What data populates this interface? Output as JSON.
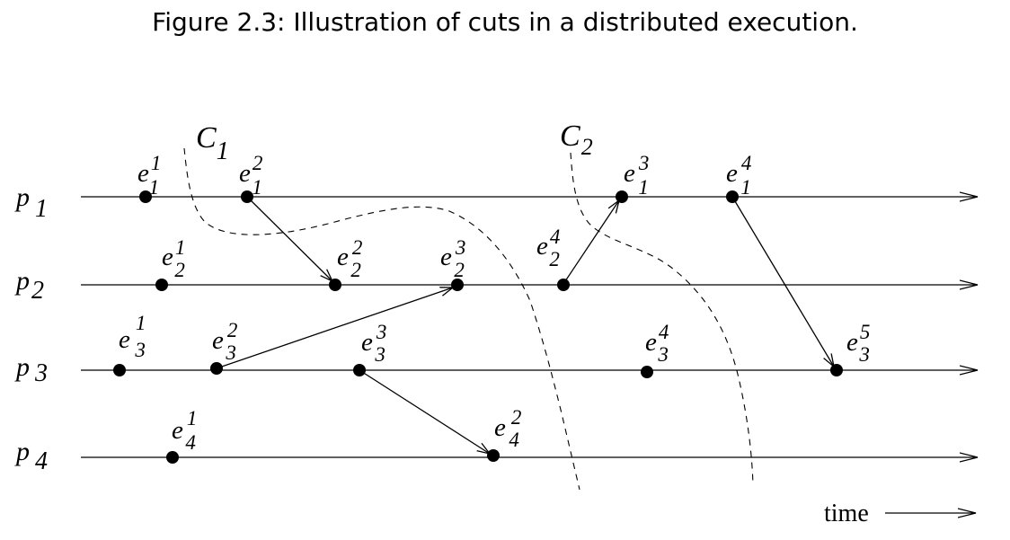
{
  "title": "Figure 2.3: Illustration of cuts in a distributed execution.",
  "processes": [
    {
      "id": "p1",
      "base": "p",
      "sub": "1"
    },
    {
      "id": "p2",
      "base": "p",
      "sub": "2"
    },
    {
      "id": "p3",
      "base": "p",
      "sub": "3"
    },
    {
      "id": "p4",
      "base": "p",
      "sub": "4"
    }
  ],
  "events": [
    {
      "id": "e11",
      "process": 1,
      "index": 1
    },
    {
      "id": "e12",
      "process": 1,
      "index": 2
    },
    {
      "id": "e13",
      "process": 1,
      "index": 3
    },
    {
      "id": "e14",
      "process": 1,
      "index": 4
    },
    {
      "id": "e21",
      "process": 2,
      "index": 1
    },
    {
      "id": "e22",
      "process": 2,
      "index": 2
    },
    {
      "id": "e23",
      "process": 2,
      "index": 3
    },
    {
      "id": "e24",
      "process": 2,
      "index": 4
    },
    {
      "id": "e31",
      "process": 3,
      "index": 1
    },
    {
      "id": "e32",
      "process": 3,
      "index": 2
    },
    {
      "id": "e33",
      "process": 3,
      "index": 3
    },
    {
      "id": "e34",
      "process": 3,
      "index": 4
    },
    {
      "id": "e35",
      "process": 3,
      "index": 5
    },
    {
      "id": "e41",
      "process": 4,
      "index": 1
    },
    {
      "id": "e42",
      "process": 4,
      "index": 2
    }
  ],
  "event_letter": "e",
  "messages": [
    {
      "from": "e12",
      "to": "e22"
    },
    {
      "from": "e32",
      "to": "e23"
    },
    {
      "from": "e24",
      "to": "e13"
    },
    {
      "from": "e33",
      "to": "e42"
    },
    {
      "from": "e14",
      "to": "e35"
    }
  ],
  "cuts": [
    {
      "id": "C1",
      "base": "C",
      "sub": "1"
    },
    {
      "id": "C2",
      "base": "C",
      "sub": "2"
    }
  ],
  "time_label": "time"
}
